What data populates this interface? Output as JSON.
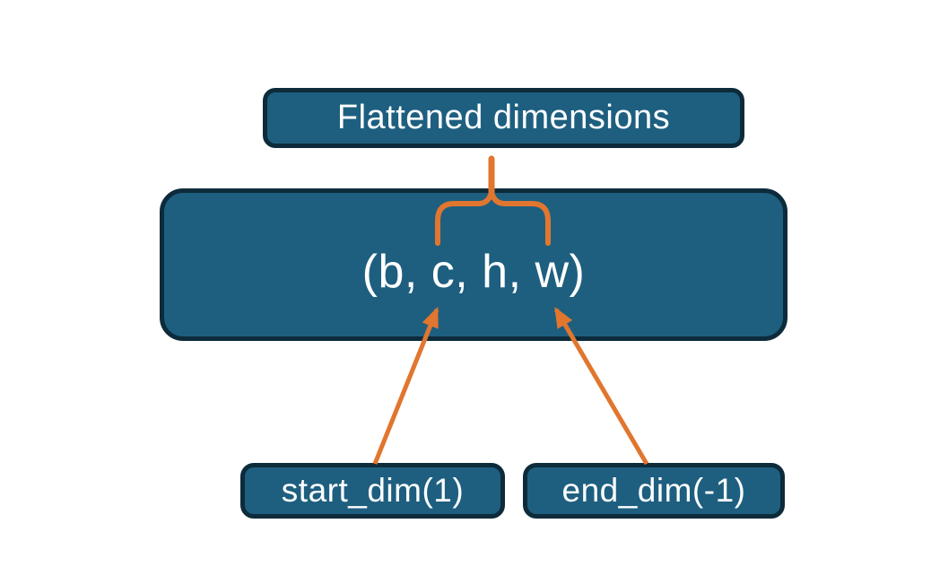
{
  "diagram": {
    "title_box": {
      "label": "Flattened dimensions"
    },
    "tensor_box": {
      "label": "(b, c, h, w)"
    },
    "start_box": {
      "label": "start_dim(1)"
    },
    "end_box": {
      "label": "end_dim(-1)"
    }
  },
  "colors": {
    "box_fill": "#1E5F80",
    "box_border": "#0D2B3A",
    "accent_orange": "#E1762F",
    "text_white": "#FFFFFF",
    "background": "#FFFFFF"
  }
}
